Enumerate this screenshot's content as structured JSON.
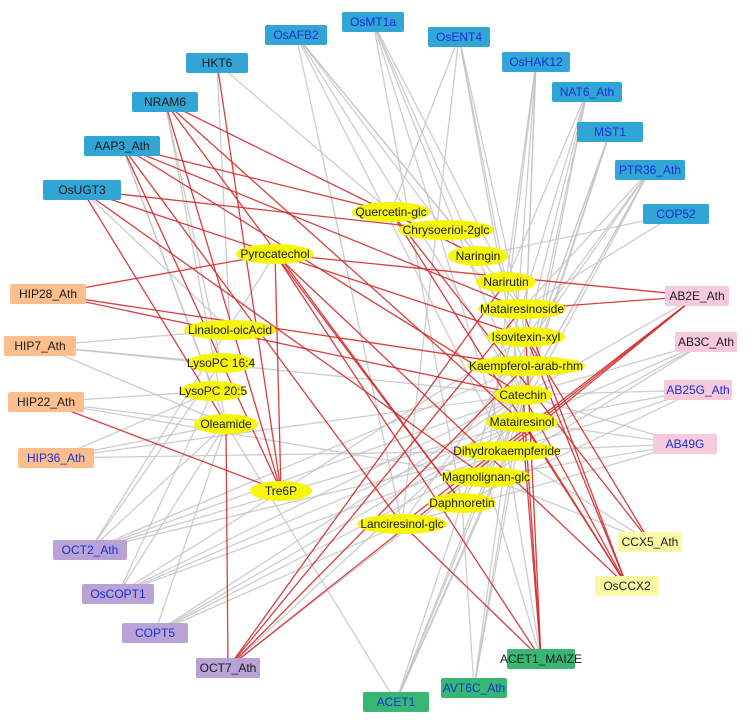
{
  "colors": {
    "blue_box": "#30a5d6",
    "orange_box": "#fbbe8c",
    "pink_box": "#f8c9dc",
    "purple_box": "#b9a3d6",
    "green_box": "#37b773",
    "yellow_box": "#fafaa6",
    "metabolite": "#f6f50a",
    "edge_gray": "#c4c4c4",
    "edge_red": "#d42a2a",
    "label_blue": "#1a2fd6",
    "label_black": "#1a1a1a"
  },
  "nodes": [
    {
      "id": "OsAFB2",
      "label": "OsAFB2",
      "group": "blue",
      "text": "blue"
    },
    {
      "id": "OsMT1a",
      "label": "OsMT1a",
      "group": "blue",
      "text": "blue"
    },
    {
      "id": "OsENT4",
      "label": "OsENT4",
      "group": "blue",
      "text": "blue"
    },
    {
      "id": "OsHAK12",
      "label": "OsHAK12",
      "group": "blue",
      "text": "blue"
    },
    {
      "id": "HKT6",
      "label": "HKT6",
      "group": "blue",
      "text": "black"
    },
    {
      "id": "NRAM6",
      "label": "NRAM6",
      "group": "blue",
      "text": "black"
    },
    {
      "id": "NAT6_Ath",
      "label": "NAT6_Ath",
      "group": "blue",
      "text": "blue"
    },
    {
      "id": "MST1",
      "label": "MST1",
      "group": "blue",
      "text": "blue"
    },
    {
      "id": "AAP3_Ath",
      "label": "AAP3_Ath",
      "group": "blue",
      "text": "black"
    },
    {
      "id": "PTR36_Ath",
      "label": "PTR36_Ath",
      "group": "blue",
      "text": "blue"
    },
    {
      "id": "OsUGT3",
      "label": "OsUGT3",
      "group": "blue",
      "text": "black"
    },
    {
      "id": "COP52",
      "label": "COP52",
      "group": "blue",
      "text": "blue"
    },
    {
      "id": "HIP28_Ath",
      "label": "HIP28_Ath",
      "group": "orange",
      "text": "black"
    },
    {
      "id": "HIP7_Ath",
      "label": "HIP7_Ath",
      "group": "orange",
      "text": "black"
    },
    {
      "id": "HIP22_Ath",
      "label": "HIP22_Ath",
      "group": "orange",
      "text": "black"
    },
    {
      "id": "HIP36_Ath",
      "label": "HIP36_Ath",
      "group": "orange",
      "text": "blue"
    },
    {
      "id": "AB2E_Ath",
      "label": "AB2E_Ath",
      "group": "pink",
      "text": "black"
    },
    {
      "id": "AB3C_Ath",
      "label": "AB3C_Ath",
      "group": "pink",
      "text": "black"
    },
    {
      "id": "AB25G_Ath",
      "label": "AB25G_Ath",
      "group": "pink",
      "text": "blue"
    },
    {
      "id": "AB49G",
      "label": "AB49G",
      "group": "pink",
      "text": "blue"
    },
    {
      "id": "CCX5_Ath",
      "label": "CCX5_Ath",
      "group": "yellow",
      "text": "black"
    },
    {
      "id": "OsCCX2",
      "label": "OsCCX2",
      "group": "yellow",
      "text": "black"
    },
    {
      "id": "OCT2_Ath",
      "label": "OCT2_Ath",
      "group": "purple",
      "text": "blue"
    },
    {
      "id": "OsCOPT1",
      "label": "OsCOPT1",
      "group": "purple",
      "text": "blue"
    },
    {
      "id": "COPT5",
      "label": "COPT5",
      "group": "purple",
      "text": "blue"
    },
    {
      "id": "OCT7_Ath",
      "label": "OCT7_Ath",
      "group": "purple",
      "text": "black"
    },
    {
      "id": "ACET1",
      "label": "ACET1",
      "group": "green",
      "text": "blue"
    },
    {
      "id": "AVT6C_Ath",
      "label": "AVT6C_Ath",
      "group": "green",
      "text": "blue"
    },
    {
      "id": "ACET1_MAIZE",
      "label": "ACET1_MAIZE",
      "group": "green",
      "text": "black"
    },
    {
      "id": "Quercetin-glc",
      "label": "Quercetin-glc",
      "group": "metabolite",
      "text": "black"
    },
    {
      "id": "Chrysoeriol-2glc",
      "label": "Chrysoeriol-2glc",
      "group": "metabolite",
      "text": "black"
    },
    {
      "id": "Naringin",
      "label": "Naringin",
      "group": "metabolite",
      "text": "black"
    },
    {
      "id": "Pyrocatechol",
      "label": "Pyrocatechol",
      "group": "metabolite",
      "text": "black"
    },
    {
      "id": "Narirutin",
      "label": "Narirutin",
      "group": "metabolite",
      "text": "black"
    },
    {
      "id": "Matairesinoside",
      "label": "Matairesinoside",
      "group": "metabolite",
      "text": "black"
    },
    {
      "id": "Linalool-oicAcid",
      "label": "Linalool-oicAcid",
      "group": "metabolite",
      "text": "black"
    },
    {
      "id": "Isovitexin-xyl",
      "label": "Isovitexin-xyl",
      "group": "metabolite",
      "text": "black"
    },
    {
      "id": "LysoPC 16:4",
      "label": "LysoPC 16:4",
      "group": "metabolite",
      "text": "black"
    },
    {
      "id": "Kaempferol-arab-rhm",
      "label": "Kaempferol-arab-rhm",
      "group": "metabolite",
      "text": "black"
    },
    {
      "id": "LysoPC 20:5",
      "label": "LysoPC 20:5",
      "group": "metabolite",
      "text": "black"
    },
    {
      "id": "Catechin",
      "label": "Catechin",
      "group": "metabolite",
      "text": "black"
    },
    {
      "id": "Oleamide",
      "label": "Oleamide",
      "group": "metabolite",
      "text": "black"
    },
    {
      "id": "Matairesinol",
      "label": "Matairesinol",
      "group": "metabolite",
      "text": "black"
    },
    {
      "id": "Dihydrokaempferide",
      "label": "Dihydrokaempferide",
      "group": "metabolite",
      "text": "black"
    },
    {
      "id": "Magnolignan-glc",
      "label": "Magnolignan-glc",
      "group": "metabolite",
      "text": "black"
    },
    {
      "id": "Tre6P",
      "label": "Tre6P",
      "group": "metabolite",
      "text": "black"
    },
    {
      "id": "Daphnoretin",
      "label": "Daphnoretin",
      "group": "metabolite",
      "text": "black"
    },
    {
      "id": "Lanciresinol-glc",
      "label": "Lanciresinol-glc",
      "group": "metabolite",
      "text": "black"
    }
  ],
  "edges_red": [
    [
      "NRAM6",
      "Tre6P"
    ],
    [
      "NRAM6",
      "Daphnoretin"
    ],
    [
      "NRAM6",
      "Matairesinol"
    ],
    [
      "NRAM6",
      "Naringin"
    ],
    [
      "HKT6",
      "Tre6P"
    ],
    [
      "AAP3_Ath",
      "Matairesinoside"
    ],
    [
      "AAP3_Ath",
      "Lanciresinol-glc"
    ],
    [
      "AAP3_Ath",
      "Tre6P"
    ],
    [
      "AAP3_Ath",
      "Quercetin-glc"
    ],
    [
      "AAP3_Ath",
      "Catechin"
    ],
    [
      "OsUGT3",
      "Isovitexin-xyl"
    ],
    [
      "OsUGT3",
      "Magnolignan-glc"
    ],
    [
      "OsUGT3",
      "Oleamide"
    ],
    [
      "OsUGT3",
      "Chrysoeriol-2glc"
    ],
    [
      "HIP28_Ath",
      "Catechin"
    ],
    [
      "HIP28_Ath",
      "Kaempferol-arab-rhm"
    ],
    [
      "HIP28_Ath",
      "Pyrocatechol"
    ],
    [
      "HIP22_Ath",
      "Tre6P"
    ],
    [
      "AB2E_Ath",
      "Matairesinoside"
    ],
    [
      "AB2E_Ath",
      "Lanciresinol-glc"
    ],
    [
      "AB2E_Ath",
      "Dihydrokaempferide"
    ],
    [
      "AB2E_Ath",
      "OCT7_Ath"
    ],
    [
      "AB2E_Ath",
      "Pyrocatechol"
    ],
    [
      "OsCCX2",
      "Matairesinoside"
    ],
    [
      "OsCCX2",
      "Isovitexin-xyl"
    ],
    [
      "OsCCX2",
      "Catechin"
    ],
    [
      "OsCCX2",
      "Pyrocatechol"
    ],
    [
      "OsCCX2",
      "Quercetin-glc"
    ],
    [
      "OsCCX2",
      "Matairesinol"
    ],
    [
      "CCX5_Ath",
      "Isovitexin-xyl"
    ],
    [
      "CCX5_Ath",
      "Quercetin-glc"
    ],
    [
      "ACET1_MAIZE",
      "Isovitexin-xyl"
    ],
    [
      "ACET1_MAIZE",
      "Catechin"
    ],
    [
      "ACET1_MAIZE",
      "Pyrocatechol"
    ],
    [
      "ACET1_MAIZE",
      "Matairesinol"
    ],
    [
      "ACET1_MAIZE",
      "Lanciresinol-glc"
    ],
    [
      "OCT7_Ath",
      "Oleamide"
    ],
    [
      "OCT7_Ath",
      "Kaempferol-arab-rhm"
    ],
    [
      "OCT7_Ath",
      "Matairesinoside"
    ],
    [
      "OCT7_Ath",
      "Narirutin"
    ],
    [
      "Pyrocatechol",
      "Daphnoretin"
    ],
    [
      "Pyrocatechol",
      "Tre6P"
    ]
  ],
  "edges_gray": [
    [
      "OsAFB2",
      "Naringin"
    ],
    [
      "OsAFB2",
      "Catechin"
    ],
    [
      "OsAFB2",
      "Isovitexin-xyl"
    ],
    [
      "OsAFB2",
      "Dihydrokaempferide"
    ],
    [
      "OsAFB2",
      "Lanciresinol-glc"
    ],
    [
      "OsAFB2",
      "Matairesinoside"
    ],
    [
      "OsMT1a",
      "Catechin"
    ],
    [
      "OsMT1a",
      "Matairesinoside"
    ],
    [
      "OsMT1a",
      "Dihydrokaempferide"
    ],
    [
      "OsMT1a",
      "Kaempferol-arab-rhm"
    ],
    [
      "OsMT1a",
      "Daphnoretin"
    ],
    [
      "OsENT4",
      "Narirutin"
    ],
    [
      "OsENT4",
      "Isovitexin-xyl"
    ],
    [
      "OsENT4",
      "Catechin"
    ],
    [
      "OsENT4",
      "Lanciresinol-glc"
    ],
    [
      "OsENT4",
      "Quercetin-glc"
    ],
    [
      "OsHAK12",
      "Catechin"
    ],
    [
      "OsHAK12",
      "Matairesinol"
    ],
    [
      "OsHAK12",
      "Dihydrokaempferide"
    ],
    [
      "OsHAK12",
      "Narirutin"
    ],
    [
      "OsHAK12",
      "Magnolignan-glc"
    ],
    [
      "NAT6_Ath",
      "Matairesinol"
    ],
    [
      "NAT6_Ath",
      "Catechin"
    ],
    [
      "NAT6_Ath",
      "Daphnoretin"
    ],
    [
      "NAT6_Ath",
      "Isovitexin-xyl"
    ],
    [
      "NAT6_Ath",
      "Narirutin"
    ],
    [
      "MST1",
      "Catechin"
    ],
    [
      "MST1",
      "Dihydrokaempferide"
    ],
    [
      "MST1",
      "Kaempferol-arab-rhm"
    ],
    [
      "MST1",
      "Magnolignan-glc"
    ],
    [
      "PTR36_Ath",
      "Matairesinoside"
    ],
    [
      "PTR36_Ath",
      "Isovitexin-xyl"
    ],
    [
      "PTR36_Ath",
      "Daphnoretin"
    ],
    [
      "PTR36_Ath",
      "Lanciresinol-glc"
    ],
    [
      "PTR36_Ath",
      "Catechin"
    ],
    [
      "PTR36_Ath",
      "Magnolignan-glc"
    ],
    [
      "COP52",
      "Naringin"
    ],
    [
      "COP52",
      "Matairesinoside"
    ],
    [
      "HKT6",
      "Linalool-oicAcid"
    ],
    [
      "HKT6",
      "Quercetin-glc"
    ],
    [
      "NRAM6",
      "LysoPC 16:4"
    ],
    [
      "NRAM6",
      "Oleamide"
    ],
    [
      "AAP3_Ath",
      "LysoPC 20:5"
    ],
    [
      "AAP3_Ath",
      "Oleamide"
    ],
    [
      "OsUGT3",
      "Linalool-oicAcid"
    ],
    [
      "HIP7_Ath",
      "Linalool-oicAcid"
    ],
    [
      "HIP7_Ath",
      "Oleamide"
    ],
    [
      "HIP7_Ath",
      "LysoPC 16:4"
    ],
    [
      "HIP7_Ath",
      "Catechin"
    ],
    [
      "HIP22_Ath",
      "Oleamide"
    ],
    [
      "HIP22_Ath",
      "LysoPC 20:5"
    ],
    [
      "HIP22_Ath",
      "Magnolignan-glc"
    ],
    [
      "HIP36_Ath",
      "Oleamide"
    ],
    [
      "HIP36_Ath",
      "LysoPC 20:5"
    ],
    [
      "HIP36_Ath",
      "Dihydrokaempferide"
    ],
    [
      "HIP36_Ath",
      "Catechin"
    ],
    [
      "OCT2_Ath",
      "Oleamide"
    ],
    [
      "OCT2_Ath",
      "LysoPC 16:4"
    ],
    [
      "OCT2_Ath",
      "Catechin"
    ],
    [
      "OCT2_Ath",
      "Matairesinol"
    ],
    [
      "OCT2_Ath",
      "Pyrocatechol"
    ],
    [
      "OCT2_Ath",
      "Dihydrokaempferide"
    ],
    [
      "OCT2_Ath",
      "Kaempferol-arab-rhm"
    ],
    [
      "OsCOPT1",
      "Oleamide"
    ],
    [
      "OsCOPT1",
      "Matairesinol"
    ],
    [
      "OsCOPT1",
      "Dihydrokaempferide"
    ],
    [
      "OsCOPT1",
      "Catechin"
    ],
    [
      "OsCOPT1",
      "Isovitexin-xyl"
    ],
    [
      "OsCOPT1",
      "LysoPC 20:5"
    ],
    [
      "COPT5",
      "Dihydrokaempferide"
    ],
    [
      "COPT5",
      "Catechin"
    ],
    [
      "COPT5",
      "Matairesinol"
    ],
    [
      "COPT5",
      "Lanciresinol-glc"
    ],
    [
      "COPT5",
      "Oleamide"
    ],
    [
      "OCT7_Ath",
      "Dihydrokaempferide"
    ],
    [
      "OCT7_Ath",
      "Catechin"
    ],
    [
      "ACET1",
      "Dihydrokaempferide"
    ],
    [
      "ACET1",
      "Catechin"
    ],
    [
      "ACET1",
      "Matairesinol"
    ],
    [
      "ACET1",
      "Daphnoretin"
    ],
    [
      "ACET1",
      "Magnolignan-glc"
    ],
    [
      "ACET1",
      "Oleamide"
    ],
    [
      "AVT6C_Ath",
      "Catechin"
    ],
    [
      "AVT6C_Ath",
      "Matairesinol"
    ],
    [
      "AVT6C_Ath",
      "Dihydrokaempferide"
    ],
    [
      "AVT6C_Ath",
      "Daphnoretin"
    ],
    [
      "ACET1_MAIZE",
      "Dihydrokaempferide"
    ],
    [
      "ACET1_MAIZE",
      "Magnolignan-glc"
    ],
    [
      "AB3C_Ath",
      "Matairesinol"
    ],
    [
      "AB3C_Ath",
      "Catechin"
    ],
    [
      "AB3C_Ath",
      "Dihydrokaempferide"
    ],
    [
      "AB3C_Ath",
      "Magnolignan-glc"
    ],
    [
      "AB25G_Ath",
      "Catechin"
    ],
    [
      "AB25G_Ath",
      "Dihydrokaempferide"
    ],
    [
      "AB25G_Ath",
      "Matairesinol"
    ],
    [
      "AB25G_Ath",
      "Daphnoretin"
    ],
    [
      "AB49G",
      "Dihydrokaempferide"
    ],
    [
      "AB49G",
      "Matairesinol"
    ],
    [
      "AB49G",
      "Magnolignan-glc"
    ],
    [
      "AB49G",
      "Lanciresinol-glc"
    ],
    [
      "AB49G",
      "Catechin"
    ],
    [
      "CCX5_Ath",
      "Magnolignan-glc"
    ],
    [
      "CCX5_Ath",
      "Dihydrokaempferide"
    ],
    [
      "AB2E_Ath",
      "Catechin"
    ]
  ]
}
